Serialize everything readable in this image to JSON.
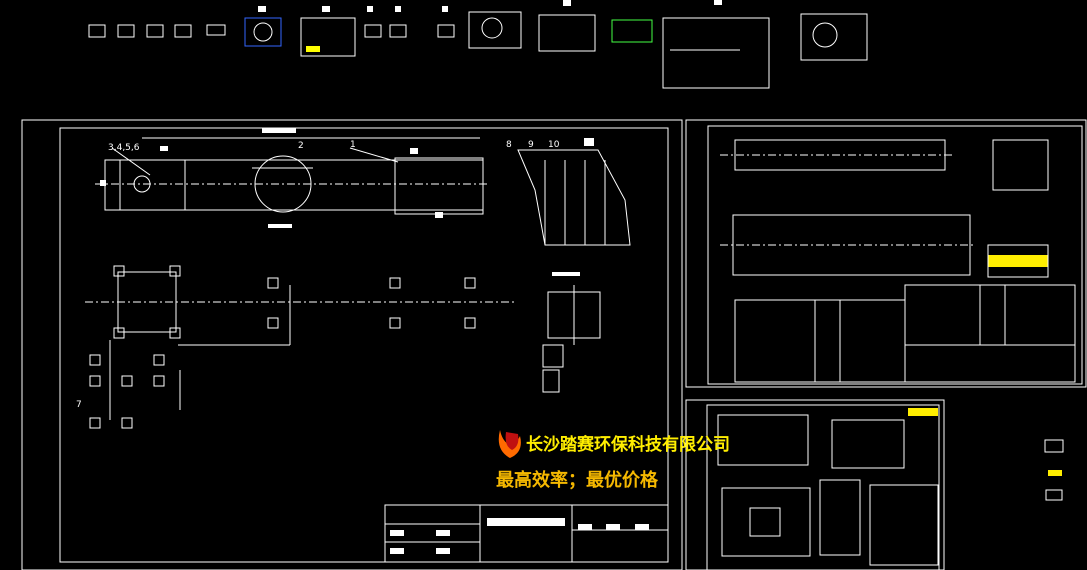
{
  "drawing": {
    "part_labels": [
      "3,4,5,6",
      "2",
      "1",
      "8",
      "9",
      "10",
      "7"
    ],
    "company_name": "长沙踏赛环保科技有限公司",
    "slogan": "最高效率；最优价格",
    "colors": {
      "background": "#000000",
      "lines": "#ffffff",
      "company_text": "#ffee00",
      "slogan_text": "#f5b800",
      "logo_red": "#c01010",
      "logo_orange": "#ff6a00",
      "title_block_yellow": "#ffee00"
    }
  }
}
